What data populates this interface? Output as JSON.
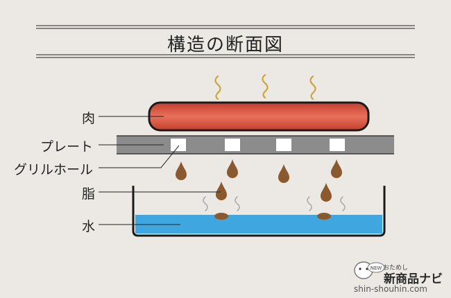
{
  "title": "構造の断面図",
  "labels": {
    "meat": "肉",
    "plate": "プレート",
    "grill_hole": "グリルホール",
    "fat": "脂",
    "water": "水"
  },
  "watermark": {
    "furigana": "おためし",
    "name": "新商品ナビ",
    "badge": "NEW",
    "url": "shin-shouhin.com"
  },
  "colors": {
    "background": "#ece8e3",
    "meat": "#e0604a",
    "plate": "#8c8c8c",
    "water": "#3fa6df",
    "fat": "#8a5a2e",
    "steam": "#c8a63a",
    "line": "#222222"
  }
}
